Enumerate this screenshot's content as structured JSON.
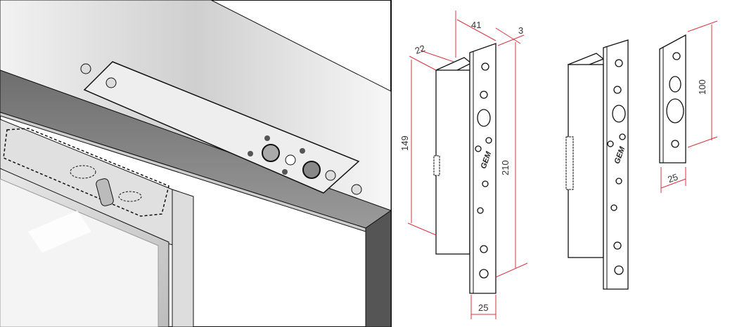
{
  "brand": "GEM",
  "dimensions": {
    "depth_41": "41",
    "plate_3": "3",
    "body_22": "22",
    "body_height_149": "149",
    "plate_height_210": "210",
    "plate_width_25": "25",
    "strike_height_100": "100",
    "strike_width_25": "25"
  },
  "colors": {
    "dimension_line": "#d9343f",
    "frame_gray": "#8a8a8a"
  }
}
